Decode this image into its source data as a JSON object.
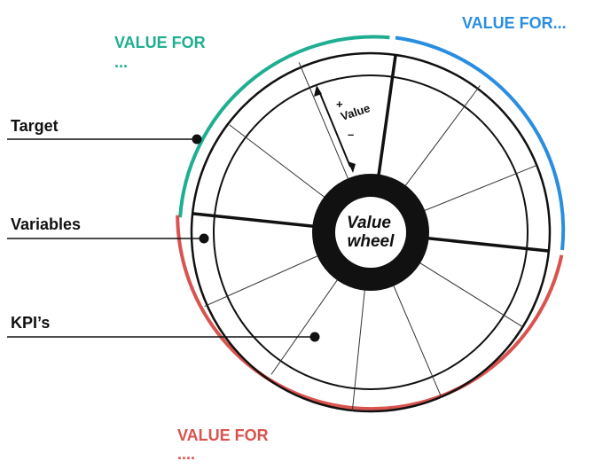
{
  "colors": {
    "teal": "#1fae91",
    "blue": "#2a8ee0",
    "red": "#d9534f",
    "ink": "#111111"
  },
  "segments": {
    "teal_label_line1": "VALUE FOR",
    "teal_label_line2": "...",
    "blue_label": "VALUE FOR...",
    "red_label_line1": "VALUE FOR",
    "red_label_line2": "...."
  },
  "side_labels": {
    "target": "Target",
    "variables": "Variables",
    "kpis": "KPI’s"
  },
  "hub": {
    "line1": "Value",
    "line2": "wheel"
  },
  "value_arrow": {
    "plus": "+",
    "label": "Value",
    "minus": "–"
  },
  "icons": [
    "double-arrow-icon"
  ]
}
